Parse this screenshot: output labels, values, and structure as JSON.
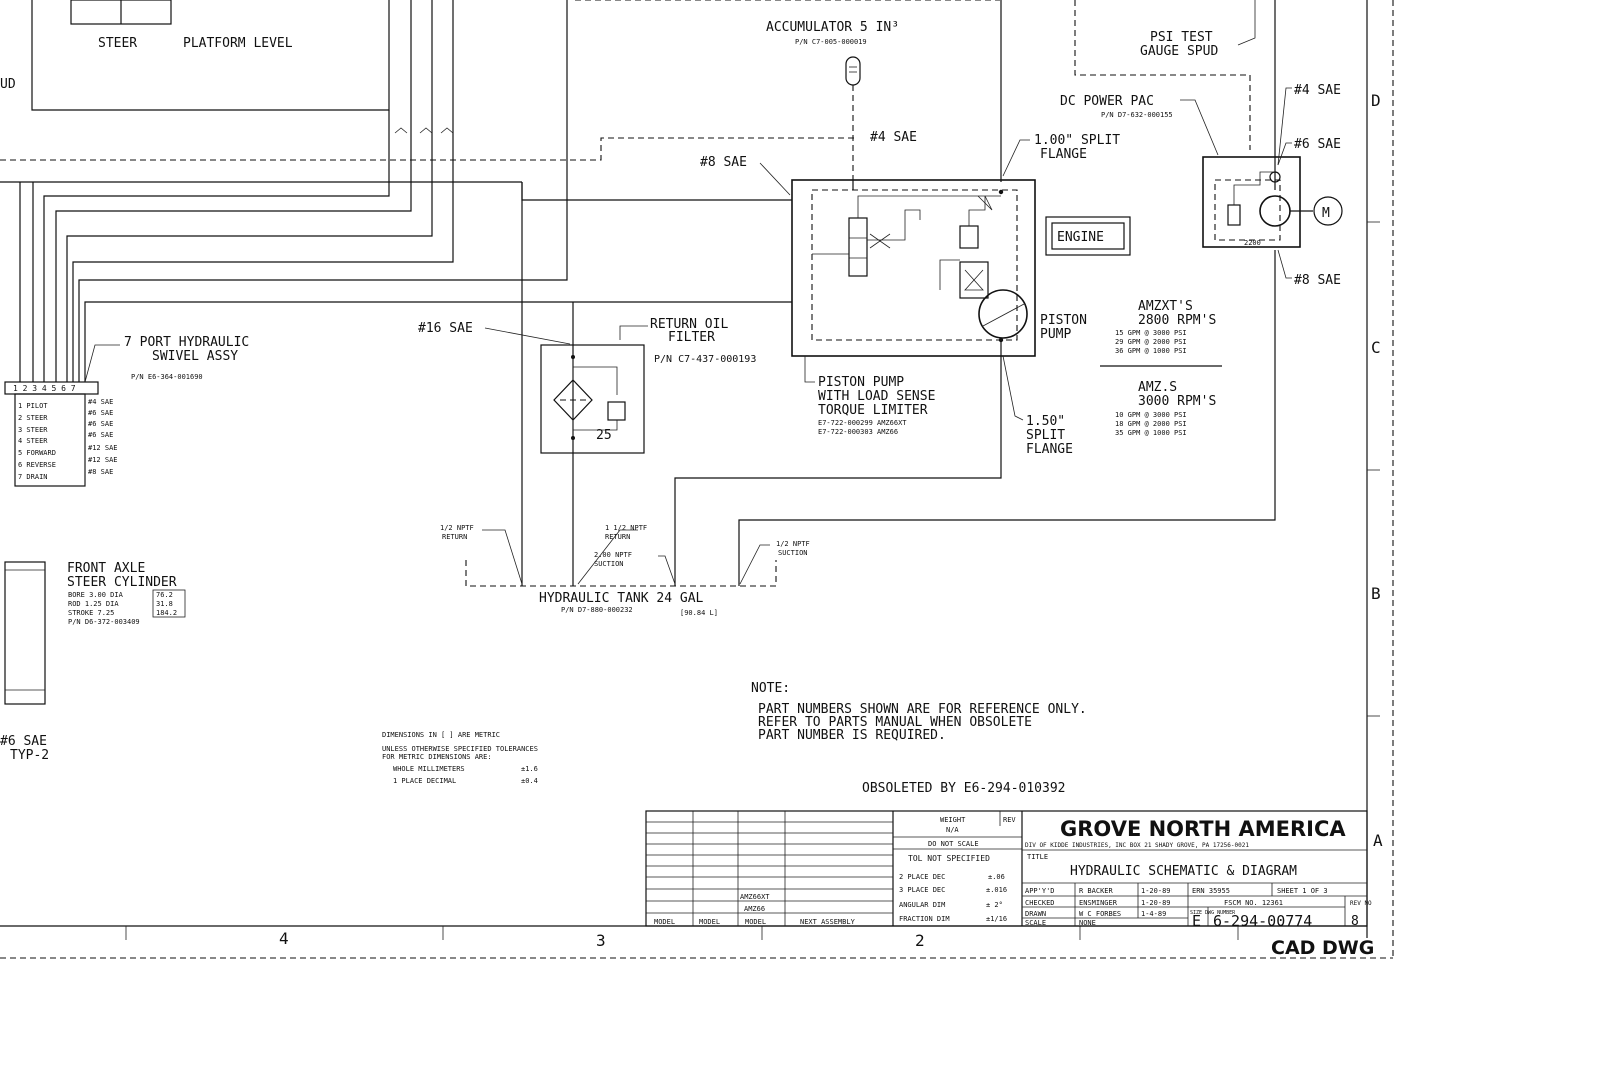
{
  "top_left": {
    "steer": "STEER",
    "platform_level": "PLATFORM LEVEL",
    "cut_text": "UD"
  },
  "accumulator": {
    "title": "ACCUMULATOR 5 IN³",
    "pn": "P/N C7-005-000019"
  },
  "psi_test": {
    "line1": "PSI TEST",
    "line2": "GAUGE SPUD"
  },
  "dc_power_pac": {
    "title": "DC POWER PAC",
    "pn": "P/N D7-632-000155",
    "sae4": "#4 SAE",
    "sae6": "#6 SAE",
    "sae8": "#8 SAE",
    "motor": "M",
    "code": "2200"
  },
  "fittings": {
    "sae4_top": "#4 SAE",
    "sae8": "#8 SAE",
    "sae16": "#16 SAE"
  },
  "split_flange_100": {
    "line1": "1.00\" SPLIT",
    "line2": "FLANGE"
  },
  "split_flange_150": {
    "line1": "1.50\"",
    "line2": "SPLIT",
    "line3": "FLANGE"
  },
  "engine": "ENGINE",
  "piston_pump": {
    "line1": "PISTON",
    "line2": "PUMP"
  },
  "pump_desc": {
    "line1": "PISTON PUMP",
    "line2": "WITH LOAD SENSE",
    "line3": "TORQUE LIMITER",
    "pn1": "E7-722-000299 AMZ66XT",
    "pn2": "E7-722-000303 AMZ66"
  },
  "amzxt": {
    "title": "AMZXT'S",
    "rpm": "2800 RPM'S",
    "rows": [
      "15 GPM @ 3000 PSI",
      "29 GPM @ 2000 PSI",
      "36 GPM @ 1000 PSI"
    ]
  },
  "amzs": {
    "title": "AMZ.S",
    "rpm": "3000 RPM'S",
    "rows": [
      "10 GPM @ 3000 PSI",
      "18 GPM @ 2000 PSI",
      "35 GPM @ 1000 PSI"
    ]
  },
  "swivel": {
    "title1": "7 PORT HYDRAULIC",
    "title2": "SWIVEL ASSY",
    "pn": "P/N E6-364-001690",
    "ports": "1 2 3 4 5 6 7",
    "rows": [
      {
        "name": "1 PILOT",
        "size": "#4 SAE"
      },
      {
        "name": "2 STEER",
        "size": "#6 SAE"
      },
      {
        "name": "3 STEER",
        "size": "#6 SAE"
      },
      {
        "name": "4 STEER",
        "size": "#6 SAE"
      },
      {
        "name": "5 FORWARD",
        "size": "#12 SAE"
      },
      {
        "name": "6 REVERSE",
        "size": "#12 SAE"
      },
      {
        "name": "7 DRAIN",
        "size": "#8 SAE"
      }
    ]
  },
  "return_filter": {
    "line1": "RETURN OIL",
    "line2": "FILTER",
    "pn": "P/N C7-437-000193",
    "rating": "25"
  },
  "tank_ports": {
    "return_half": {
      "l1": "1/2 NPTF",
      "l2": "RETURN"
    },
    "return_112": {
      "l1": "1 1/2 NPTF",
      "l2": "RETURN"
    },
    "suction_200": {
      "l1": "2.00 NPTF",
      "l2": "SUCTION"
    },
    "suction_half": {
      "l1": "1/2 NPTF",
      "l2": "SUCTION"
    }
  },
  "tank": {
    "title": "HYDRAULIC TANK 24 GAL",
    "pn": "P/N D7-880-000232",
    "metric": "[90.84 L]"
  },
  "front_axle": {
    "line1": "FRONT AXLE",
    "line2": "STEER CYLINDER",
    "bore": "BORE 3.00 DIA",
    "rod": "ROD 1.25 DIA",
    "stroke": "STROKE 7.25",
    "pn": "P/N D6-372-003409",
    "m_bore": "76.2",
    "m_rod": "31.8",
    "m_stroke": "184.2"
  },
  "sae6_typ": {
    "line1": "#6 SAE",
    "line2": "TYP-2"
  },
  "note": {
    "label": "NOTE:",
    "line1": "PART NUMBERS SHOWN ARE FOR REFERENCE ONLY.",
    "line2": "REFER TO PARTS MANUAL WHEN OBSOLETE",
    "line3": "PART NUMBER IS REQUIRED."
  },
  "dims": {
    "line1": "DIMENSIONS IN [ ] ARE METRIC",
    "line2": "UNLESS OTHERWISE SPECIFIED TOLERANCES",
    "line3": "FOR METRIC DIMENSIONS ARE:",
    "row1_label": "WHOLE MILLIMETERS",
    "row1_val": "±1.6",
    "row2_label": "1 PLACE DECIMAL",
    "row2_val": "±0.4"
  },
  "obsoleted": "OBSOLETED BY E6-294-010392",
  "title_block": {
    "company": "GROVE NORTH AMERICA",
    "company_sub": "DIV OF KIDDE INDUSTRIES, INC   BOX 21   SHADY GROVE, PA 17256-0021",
    "title_label": "TITLE",
    "title": "HYDRAULIC SCHEMATIC & DIAGRAM",
    "weight_label": "WEIGHT",
    "weight": "N/A",
    "rev_label": "REV",
    "do_not_scale": "DO NOT SCALE",
    "tol_header": "TOL NOT SPECIFIED",
    "tol": [
      {
        "label": "2 PLACE DEC",
        "val": "±.06"
      },
      {
        "label": "3 PLACE DEC",
        "val": "±.016"
      },
      {
        "label": "ANGULAR DIM",
        "val": "± 2°"
      },
      {
        "label": "FRACTION DIM",
        "val": "±1/16"
      }
    ],
    "apprd": {
      "label": "APP'Y'D",
      "name": "R BACKER",
      "date": "1-20-89"
    },
    "checked": {
      "label": "CHECKED",
      "name": "ENSMINGER",
      "date": "1-20-89"
    },
    "drawn": {
      "label": "DRAWN",
      "name": "W C FORBES",
      "date": "1-4-89"
    },
    "scale": {
      "label": "SCALE",
      "value": "NONE"
    },
    "ern": "ERN 35955",
    "sheet": "SHEET 1 OF 3",
    "fscm": "FSCM NO. 12361",
    "size_label": "SIZE DWG NUMBER",
    "size": "E",
    "dwg_no": "6-294-00774",
    "rev_no_label": "REV NO",
    "rev_no": "8",
    "models": [
      "AMZ66XT",
      "AMZ66"
    ],
    "model_label": "MODEL",
    "next_assembly": "NEXT ASSEMBLY"
  },
  "zones": {
    "d": "D",
    "c": "C",
    "b": "B",
    "a": "A",
    "n4": "4",
    "n3": "3",
    "n2": "2"
  },
  "cad": "CAD DWG"
}
